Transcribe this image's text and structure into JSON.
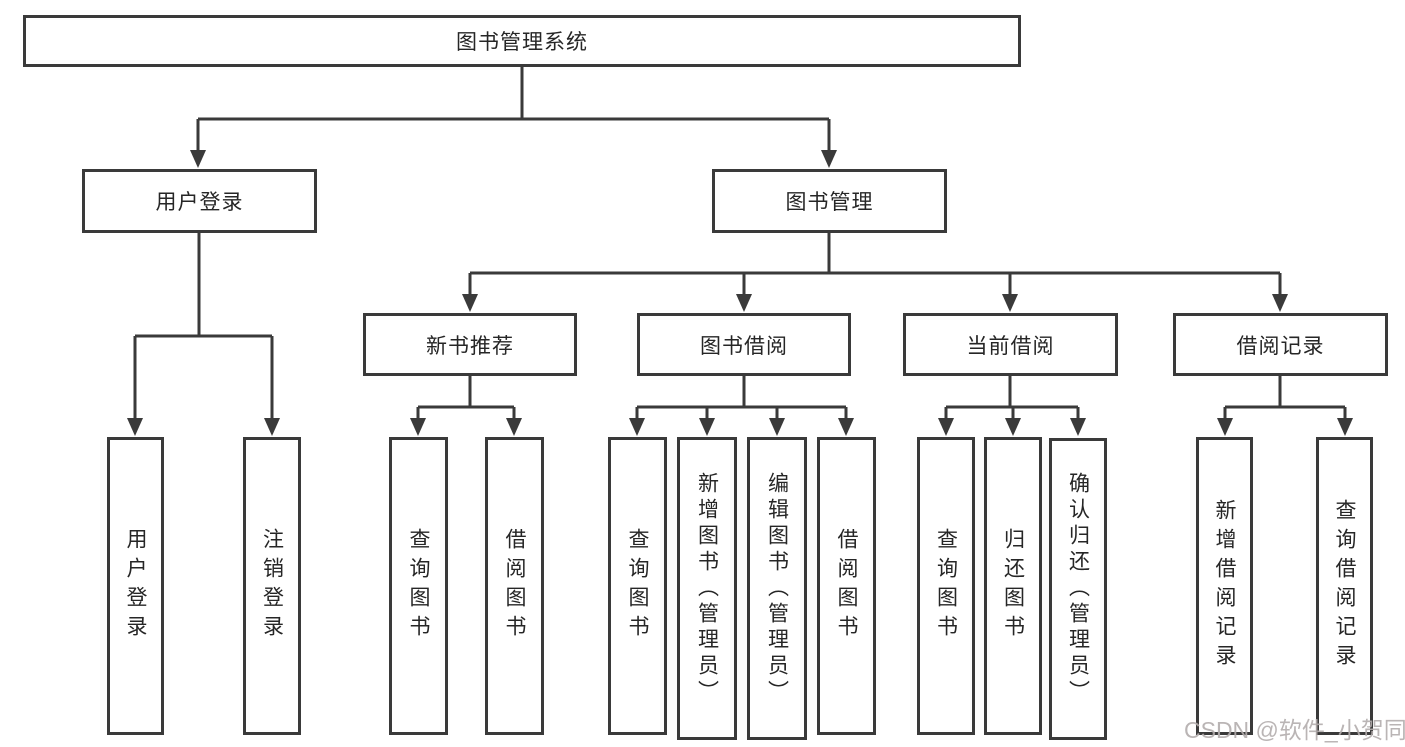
{
  "tree": {
    "root": {
      "label": "图书管理系统"
    },
    "branches": [
      {
        "label": "用户登录",
        "children": [
          {
            "label": "用户登录"
          },
          {
            "label": "注销登录"
          }
        ]
      },
      {
        "label": "图书管理",
        "children": [
          {
            "label": "新书推荐",
            "children": [
              {
                "label": "查询图书"
              },
              {
                "label": "借阅图书"
              }
            ]
          },
          {
            "label": "图书借阅",
            "children": [
              {
                "label": "查询图书"
              },
              {
                "label": "新增图书（管理员）"
              },
              {
                "label": "编辑图书（管理员）"
              },
              {
                "label": "借阅图书"
              }
            ]
          },
          {
            "label": "当前借阅",
            "children": [
              {
                "label": "查询图书"
              },
              {
                "label": "归还图书"
              },
              {
                "label": "确认归还（管理员）"
              }
            ]
          },
          {
            "label": "借阅记录",
            "children": [
              {
                "label": "新增借阅记录"
              },
              {
                "label": "查询借阅记录"
              }
            ]
          }
        ]
      }
    ]
  },
  "watermark": "CSDN @软件_小贺同学",
  "colors": {
    "line": "#3a3a3a",
    "text": "#262626",
    "background": "#ffffff",
    "watermark": "#b3adad"
  }
}
